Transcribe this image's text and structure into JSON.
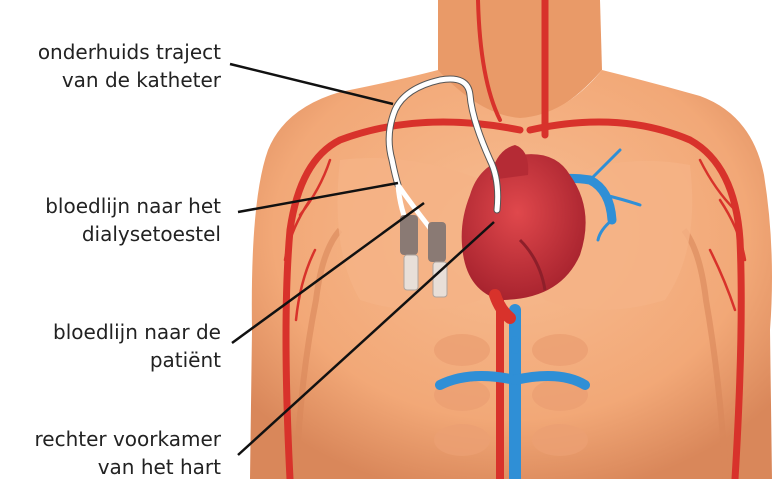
{
  "labels": [
    {
      "id": "subcutaneous-catheter-route",
      "lines": [
        "onderhuids traject",
        "van de katheter"
      ]
    },
    {
      "id": "blood-line-to-dialysis",
      "lines": [
        "bloedlijn naar het",
        "dialysetoestel"
      ]
    },
    {
      "id": "blood-line-to-patient",
      "lines": [
        "bloedlijn naar de",
        "patiënt"
      ]
    },
    {
      "id": "right-atrium",
      "lines": [
        "rechter voorkamer",
        "van het hart"
      ]
    }
  ],
  "colors": {
    "skin": "#f2a877",
    "skin_shadow": "#d9875a",
    "skin_light": "#f7bd92",
    "artery": "#d8322b",
    "heart": "#c8323a",
    "heart_dark": "#9c2230",
    "vein": "#2f8fd6",
    "catheter": "#ffffff",
    "clamp": "#8a7a74",
    "leader_line": "#111111"
  }
}
